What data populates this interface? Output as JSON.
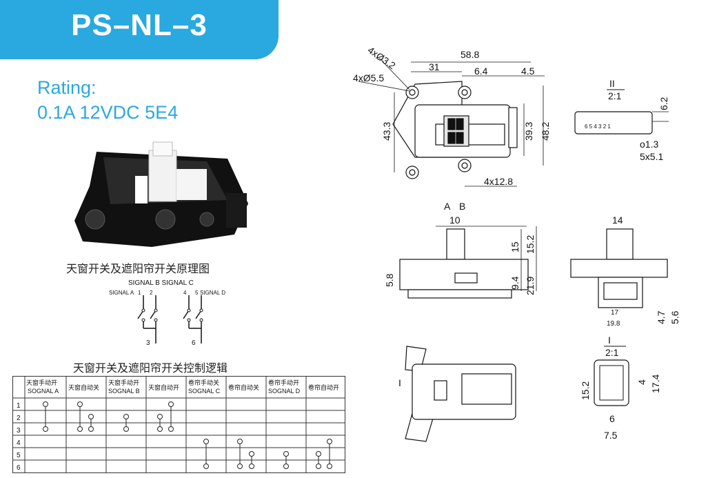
{
  "title": "PS–NL–3",
  "rating": {
    "line1": "Rating:",
    "line2": "0.1A 12VDC 5E4"
  },
  "captions": {
    "schematic": "天窗开关及遮阳帘开关原理图",
    "logic": "天窗开关及遮阳帘开关控制逻辑"
  },
  "schematic": {
    "signal_b_c": "SIGNAL B  SIGNAL C",
    "signal_a": "SIGNAL A",
    "signal_d": "SIGNAL D",
    "pins": [
      "1",
      "2",
      "4",
      "5",
      "3",
      "6"
    ]
  },
  "logic_table": {
    "headers": [
      "天窗手动开\nSOGNAL A",
      "天窗自动关",
      "天窗手动开\nSOGNAL B",
      "天窗自动开",
      "卷帘手动关\nSOGNAL C",
      "卷帘自动关",
      "卷帘手动开\nSOGNAL D",
      "卷帘自动开"
    ],
    "rows": [
      "1",
      "2",
      "3",
      "4",
      "5",
      "6"
    ]
  },
  "dimensions": {
    "top_view": [
      "4xØ3.2",
      "4xØ5.5",
      "58.8",
      "31",
      "6.4",
      "4.5",
      "43.3",
      "39.3",
      "48.2",
      "4x12.8"
    ],
    "connector_view_ii": [
      "II",
      "2:1",
      "6.2",
      "6 5 4 3 2 1",
      "o1.3",
      "5x5.1"
    ],
    "side_view": [
      "A",
      "B",
      "10",
      "15",
      "15.2",
      "5.8",
      "9.4",
      "21.9"
    ],
    "end_view": [
      "14",
      "17",
      "19.8",
      "4.7",
      "5.6"
    ],
    "bottom_view": [
      "I"
    ],
    "connector_view_i": [
      "I",
      "2:1",
      "15.2",
      "4",
      "17.4",
      "6",
      "7.5"
    ]
  }
}
